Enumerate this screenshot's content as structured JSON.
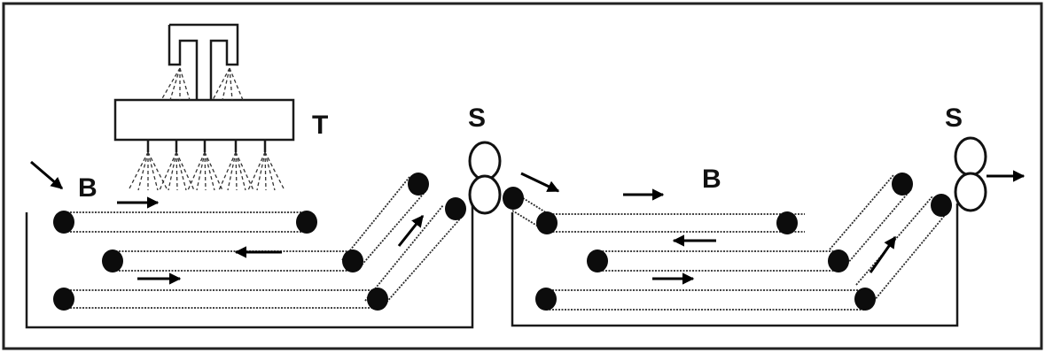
{
  "labels": {
    "tank": "T",
    "bath_left": "B",
    "bath_right": "B",
    "squeeze_left": "S",
    "squeeze_right": "S"
  }
}
